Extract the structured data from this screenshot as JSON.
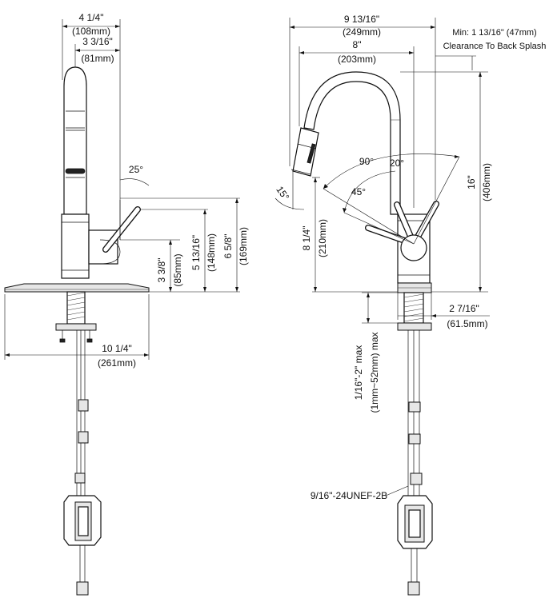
{
  "left_view": {
    "spout_width_in": "4 1/4\"",
    "spout_width_mm": "(108mm)",
    "spout_offset_in": "3 3/16\"",
    "spout_offset_mm": "(81mm)",
    "handle_angle": "25°",
    "handle_height_in": "5 13/16\"",
    "handle_height_mm": "(148mm)",
    "lever_height_in": "6 5/8\"",
    "lever_height_mm": "(169mm)",
    "base_to_pivot_in": "3 3/8\"",
    "base_to_pivot_mm": "(85mm)",
    "deckplate_width_in": "10 1/4\"",
    "deckplate_width_mm": "(261mm)"
  },
  "right_view": {
    "overall_reach_in": "9 13/16\"",
    "overall_reach_mm": "(249mm)",
    "spout_reach_in": "8\"",
    "spout_reach_mm": "(203mm)",
    "clearance_line1": "Min: 1 13/16\" (47mm)",
    "clearance_line2": "Clearance To Back Splash",
    "spray_angle": "15°",
    "rotation_angle_90": "90°",
    "rotation_angle_20": "20°",
    "rotation_angle_45": "45°",
    "total_height_in": "16\"",
    "total_height_mm": "(406mm)",
    "spout_height_in": "8 1/4\"",
    "spout_height_mm": "(210mm)",
    "base_diameter_in": "2 7/16\"",
    "base_diameter_mm": "(61.5mm)",
    "deck_thickness_in": "1/16\"-2\" max",
    "deck_thickness_mm": "(1mm~52mm) max",
    "thread_spec": "9/16\"-24UNEF-2B"
  }
}
